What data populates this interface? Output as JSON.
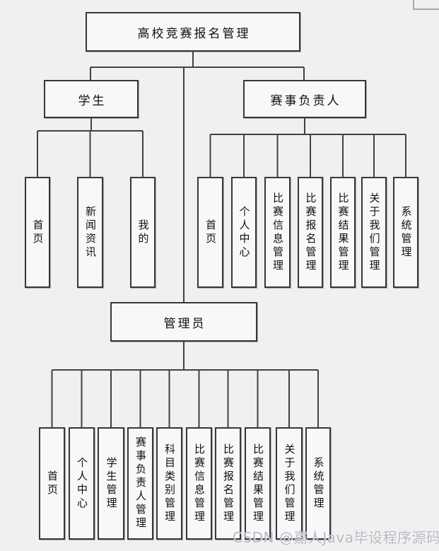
{
  "diagram": {
    "root": {
      "label": "高校竞赛报名管理"
    },
    "branches": [
      {
        "label": "学生",
        "children": [
          "首页",
          "新闻资讯",
          "我的"
        ]
      },
      {
        "label": "赛事负责人",
        "children": [
          "首页",
          "个人中心",
          "比赛信息管理",
          "比赛报名管理",
          "比赛结果管理",
          "关于我们管理",
          "系统管理"
        ]
      },
      {
        "label": "管理员",
        "children": [
          "首页",
          "个人中心",
          "学生管理",
          "赛事负责人管理",
          "科目类别管理",
          "比赛信息管理",
          "比赛报名管理",
          "比赛结果管理",
          "关于我们管理",
          "系统管理"
        ]
      }
    ],
    "watermark": "CSDN @嘉人Java毕设程序源码",
    "colors": {
      "background": "#f0f0f1",
      "node_fill": "#f8f8f9",
      "node_border": "#34383c",
      "connector": "#3f4144",
      "watermark": "#b5b9c1"
    }
  }
}
